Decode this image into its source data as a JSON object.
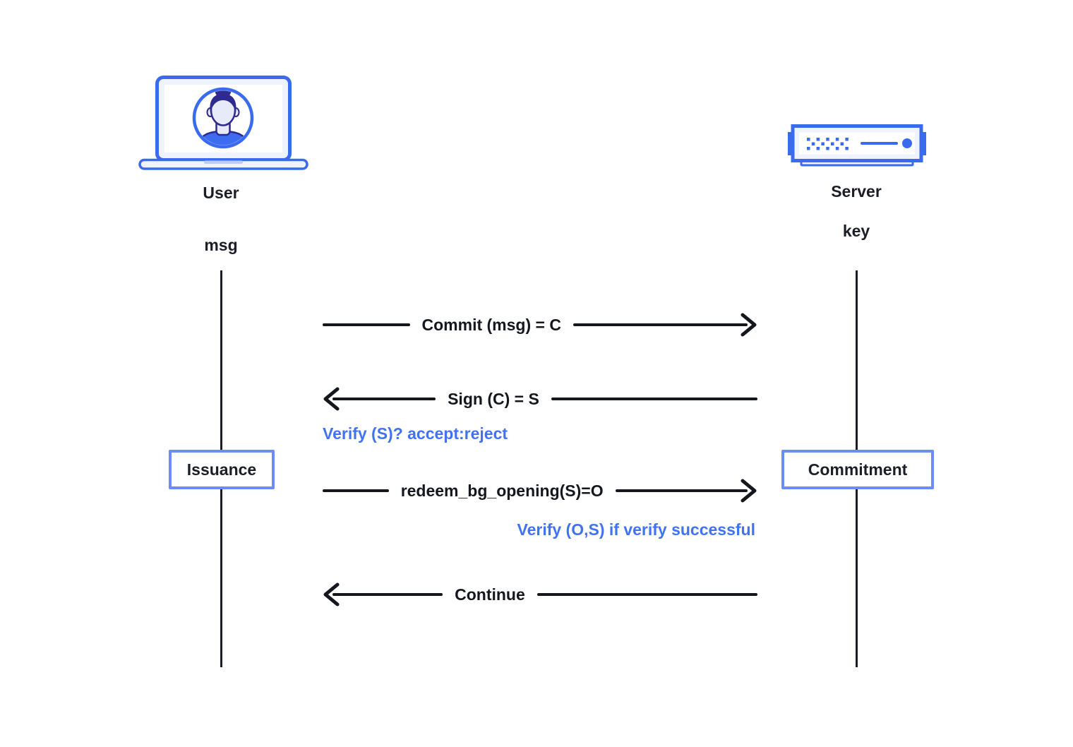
{
  "actors": [
    {
      "name": "User",
      "attribute": "msg",
      "icon": "laptop-user-icon"
    },
    {
      "name": "Server",
      "attribute": "key",
      "icon": "server-icon"
    }
  ],
  "messages": [
    {
      "label": "Commit (msg) = C",
      "direction": "right"
    },
    {
      "label": "Sign (C) = S",
      "direction": "left"
    },
    {
      "label": "redeem_bg_opening(S)=O",
      "direction": "right"
    },
    {
      "label": "Continue",
      "direction": "left"
    }
  ],
  "annotations": [
    {
      "text": "Verify (S)? accept:reject",
      "align": "left"
    },
    {
      "text": "Verify (O,S) if verify successful",
      "align": "right"
    }
  ],
  "states": [
    {
      "label": "Issuance",
      "actor": "User"
    },
    {
      "label": "Commitment",
      "actor": "Server"
    }
  ],
  "colors": {
    "arrow_black": "#14171d",
    "annotation_blue": "#4173f1",
    "box_border_blue": "#6b8df5",
    "icon_blue": "#3a6bef",
    "icon_fill_light": "#eef3fd",
    "avatar_dark": "#2f2a8f",
    "avatar_shirt": "#3e6cf0",
    "avatar_skin": "#e7eaf9"
  }
}
